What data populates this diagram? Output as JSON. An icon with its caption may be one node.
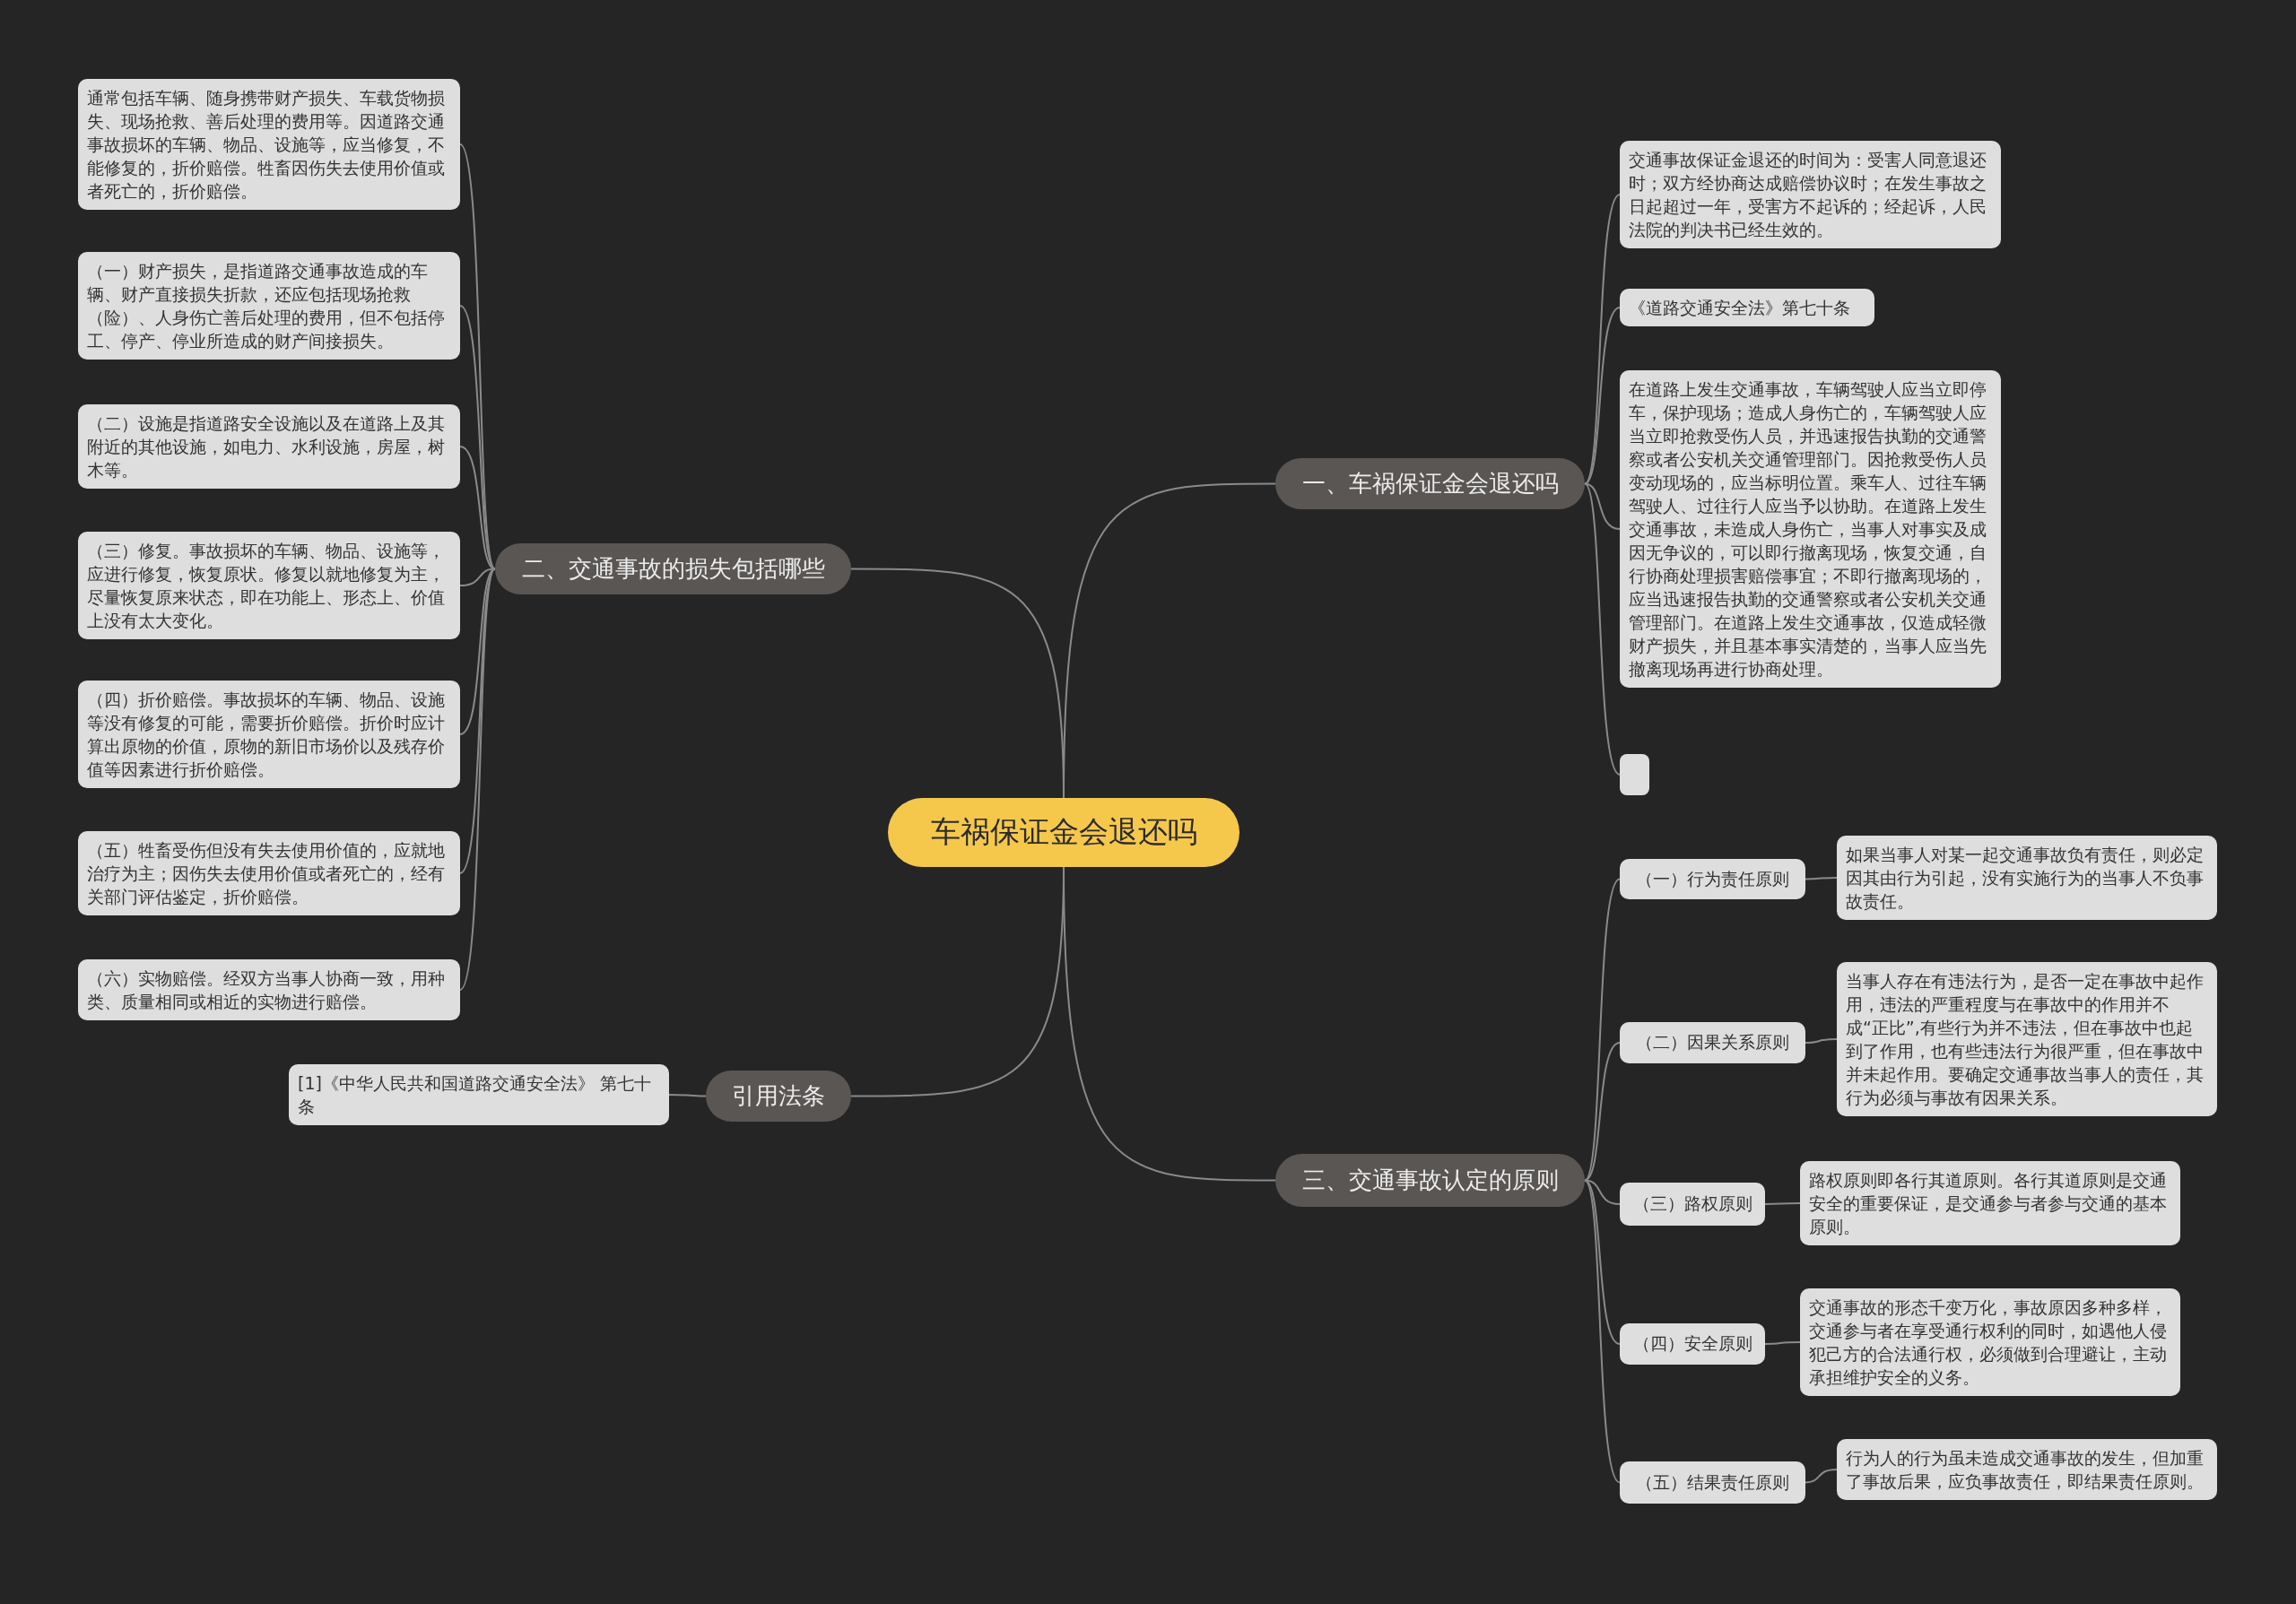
{
  "diagram": {
    "nodes": [
      {
        "text": [
          "车祸保证金会退还吗"
        ]
      },
      {
        "text": [
          "一、车祸保证金会退还吗"
        ]
      },
      {
        "text": [
          "交通事故保证金退还的时间为：受害人同意退还时；双方经协商达成赔偿协议时；在发生事故之日起超过一年，受害方不起诉的；经起诉，人民法院的判决书已经生效的。"
        ]
      },
      {
        "text": [
          "《道路交通安全法》第七十条"
        ]
      },
      {
        "text": [
          "在道路上发生交通事故，车辆驾驶人应当立即停车，保护现场；造成人身伤亡的，车辆驾驶人应当立即抢救受伤人员，并迅速报告执勤的交通警察或者公安机关交通管理部门。因抢救受伤人员变动现场的，应当标明位置。乘车人、过往车辆驾驶人、过往行人应当予以协助。在道路上发生交通事故，未造成人身伤亡，当事人对事实及成因无争议的，可以即行撤离现场，恢复交通，自行协商处理损害赔偿事宜；不即行撤离现场的，应当迅速报告执勤的交通警察或者公安机关交通管理部门。在道路上发生交通事故，仅造成轻微财产损失，并且基本事实清楚的，当事人应当先撤离现场再进行协商处理。"
        ]
      },
      {
        "text": [],
        "shape": "box"
      },
      {
        "text": [
          "三、交通事故认定的原则"
        ]
      },
      {
        "text": [
          "（一）行为责任原则"
        ]
      },
      {
        "text": [
          "如果当事人对某一起交通事故负有责任，则必定因其由行为引起，没有实施行为的当事人不负事故责任。"
        ]
      },
      {
        "text": [
          "（二）因果关系原则"
        ]
      },
      {
        "text": [
          "当事人存在有违法行为，是否一定在事故中起作用，违法的严重程度与在事故中的作用并不成“正比”,有些行为并不违法，但在事故中也起到了作用，也有些违法行为很严重，但在事故中并未起作用。要确定交通事故当事人的责任，其行为必须与事故有因果关系。"
        ]
      },
      {
        "text": [
          "（三）路权原则"
        ]
      },
      {
        "text": [
          "路权原则即各行其道原则。各行其道原则是交通安全的重要保证，是交通参与者参与交通的基本原则。"
        ]
      },
      {
        "text": [
          "（四）安全原则"
        ]
      },
      {
        "text": [
          "交通事故的形态千变万化，事故原因多种多样，交通参与者在享受通行权利的同时，如遇他人侵犯己方的合法通行权，必须做到合理避让，主动承担维护安全的义务。"
        ]
      },
      {
        "text": [
          "（五）结果责任原则"
        ]
      },
      {
        "text": [
          "行为人的行为虽未造成交通事故的发生，但加重了事故后果，应负事故责任，即结果责任原则。"
        ]
      },
      {
        "text": [
          "二、交通事故的损失包括哪些"
        ]
      },
      {
        "text": [
          "通常包括车辆、随身携带财产损失、车载货物损失、现场抢救、善后处理的费用等。因道路交通事故损坏的车辆、物品、设施等，应当修复，不能修复的，折价赔偿。牲畜因伤失去使用价值或者死亡的，折价赔偿。"
        ]
      },
      {
        "text": [
          "（一）财产损失，是指道路交通事故造成的车辆、财产直接损失折款，还应包括现场抢救（险）、人身伤亡善后处理的费用，但不包括停工、停产、停业所造成的财产间接损失。"
        ]
      },
      {
        "text": [
          "（二）设施是指道路安全设施以及在道路上及其附近的其他设施，如电力、水利设施，房屋，树木等。"
        ]
      },
      {
        "text": [
          "（三）修复。事故损坏的车辆、物品、设施等，应进行修复，恢复原状。修复以就地修复为主，尽量恢复原来状态，即在功能上、形态上、价值上没有太大变化。"
        ]
      },
      {
        "text": [
          "（四）折价赔偿。事故损坏的车辆、物品、设施等没有修复的可能，需要折价赔偿。折价时应计算出原物的价值，原物的新旧市场价以及残存价值等因素进行折价赔偿。"
        ]
      },
      {
        "text": [
          "（五）牲畜受伤但没有失去使用价值的，应就地治疗为主；因伤失去使用价值或者死亡的，经有关部门评估鉴定，折价赔偿。"
        ]
      },
      {
        "text": [
          "（六）实物赔偿。经双方当事人协商一致，用种类、质量相同或相近的实物进行赔偿。"
        ]
      },
      {
        "text": [
          "引用法条"
        ]
      },
      {
        "text": [
          "[1]《中华人民共和国道路交通安全法》 第七十条"
        ]
      }
    ],
    "edges": [
      {
        "from": 0,
        "to": 1,
        "arrow": "none"
      },
      {
        "from": 1,
        "to": 2,
        "arrow": "none"
      },
      {
        "from": 1,
        "to": 3,
        "arrow": "none"
      },
      {
        "from": 1,
        "to": 4,
        "arrow": "none"
      },
      {
        "from": 1,
        "to": 5,
        "arrow": "none"
      },
      {
        "from": 0,
        "to": 6,
        "arrow": "none"
      },
      {
        "from": 6,
        "to": 7,
        "arrow": "none"
      },
      {
        "from": 7,
        "to": 8,
        "arrow": "none"
      },
      {
        "from": 6,
        "to": 9,
        "arrow": "none"
      },
      {
        "from": 9,
        "to": 10,
        "arrow": "none"
      },
      {
        "from": 6,
        "to": 11,
        "arrow": "none"
      },
      {
        "from": 11,
        "to": 12,
        "arrow": "none"
      },
      {
        "from": 6,
        "to": 13,
        "arrow": "none"
      },
      {
        "from": 13,
        "to": 14,
        "arrow": "none"
      },
      {
        "from": 6,
        "to": 15,
        "arrow": "none"
      },
      {
        "from": 15,
        "to": 16,
        "arrow": "none"
      },
      {
        "from": 0,
        "to": 17,
        "arrow": "none"
      },
      {
        "from": 17,
        "to": 18,
        "arrow": "none"
      },
      {
        "from": 17,
        "to": 19,
        "arrow": "none"
      },
      {
        "from": 17,
        "to": 20,
        "arrow": "none"
      },
      {
        "from": 17,
        "to": 21,
        "arrow": "none"
      },
      {
        "from": 17,
        "to": 22,
        "arrow": "none"
      },
      {
        "from": 17,
        "to": 23,
        "arrow": "none"
      },
      {
        "from": 17,
        "to": 24,
        "arrow": "none"
      },
      {
        "from": 0,
        "to": 25,
        "arrow": "none"
      },
      {
        "from": 25,
        "to": 26,
        "arrow": "none"
      }
    ]
  }
}
